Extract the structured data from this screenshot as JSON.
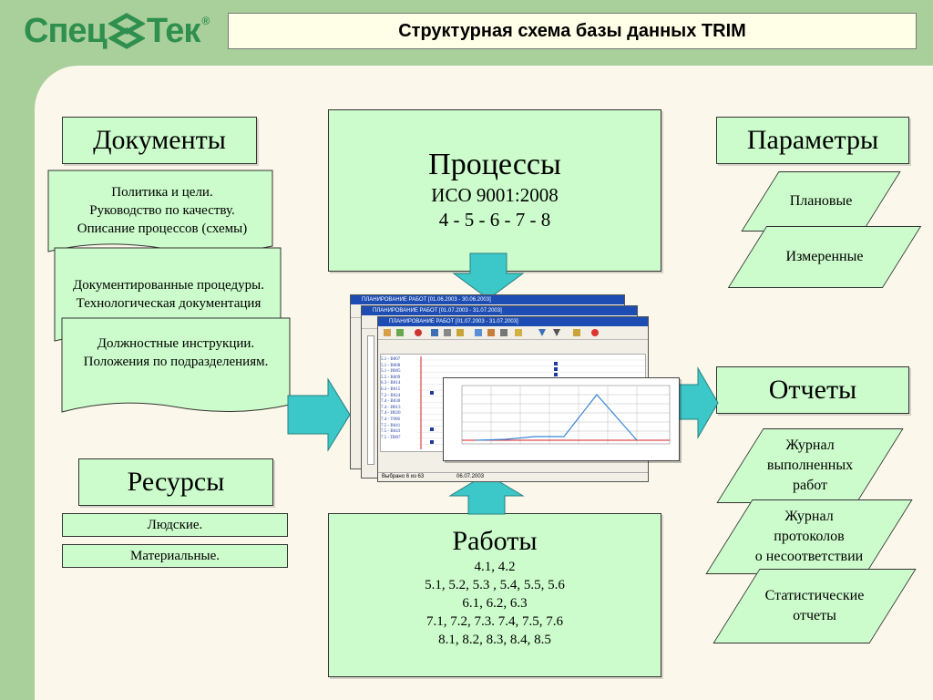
{
  "logo": {
    "left": "Спец",
    "right": "Тек",
    "reg": "®"
  },
  "title": "Структурная схема базы данных TRIM",
  "documents": {
    "heading": "Документы",
    "items": [
      [
        "Политика и цели.",
        "Руководство по качеству.",
        "Описание процессов (схемы)"
      ],
      [
        "Документированные процедуры.",
        "Технологическая документация"
      ],
      [
        "Должностные инструкции.",
        "Положения по подразделениям."
      ]
    ]
  },
  "processes": {
    "heading": "Процессы",
    "line1": "ИСО 9001:2008",
    "line2": "4 - 5 - 6 - 7 - 8"
  },
  "parameters": {
    "heading": "Параметры",
    "items": [
      "Плановые",
      "Измеренные"
    ]
  },
  "reports": {
    "heading": "Отчеты",
    "items": [
      [
        "Журнал",
        "выполненных",
        "работ"
      ],
      [
        "Журнал",
        "протоколов",
        "о несоответствии"
      ],
      [
        "Статистические",
        "отчеты"
      ]
    ]
  },
  "resources": {
    "heading": "Ресурсы",
    "items": [
      "Людские.",
      "Материальные."
    ]
  },
  "works": {
    "heading": "Работы",
    "lines": [
      "4.1,  4.2",
      "5.1,  5.2,  5.3 , 5.4,  5.5, 5.6",
      "6.1,  6.2,  6.3",
      "7.1,  7.2,  7.3.  7.4,  7.5,  7.6",
      "8.1,  8.2,  8.3,  8.4,  8.5"
    ]
  },
  "screenshot": {
    "title_back": "ПЛАНИРОВАНИЕ РАБОТ [01.06.2003 - 30.06.2003]",
    "title_mid": "ПЛАНИРОВАНИЕ РАБОТ [01.07.2003 - 31.07.2003]",
    "title_front": "ПЛАНИРОВАНИЕ РАБОТ [01.07.2003 - 31.07.2003]",
    "row_labels": [
      "5.1 - В007",
      "5.1 - В008",
      "5.1 - И005",
      "5.5 - В009",
      "6.3 - В014",
      "6.3 - В015",
      "7.2 - В024",
      "7.4 - В030",
      "7.4 - И013",
      "7.4 - И020",
      "7.4 - Т006",
      "7.5 - В041",
      "7.5 - В043",
      "7.5 - П007"
    ],
    "status_left": "Выбрано 6 из 63",
    "status_right": "06.07.2003",
    "colors": {
      "titlebar": "#1d4db3",
      "line": "#3a86d6",
      "redline": "#d42020"
    }
  },
  "colors": {
    "background": "#a9cf9b",
    "panel": "#fbf7ea",
    "box": "#ccfccc",
    "arrow": "#3cc8c8",
    "logo": "#2f8f4e"
  }
}
